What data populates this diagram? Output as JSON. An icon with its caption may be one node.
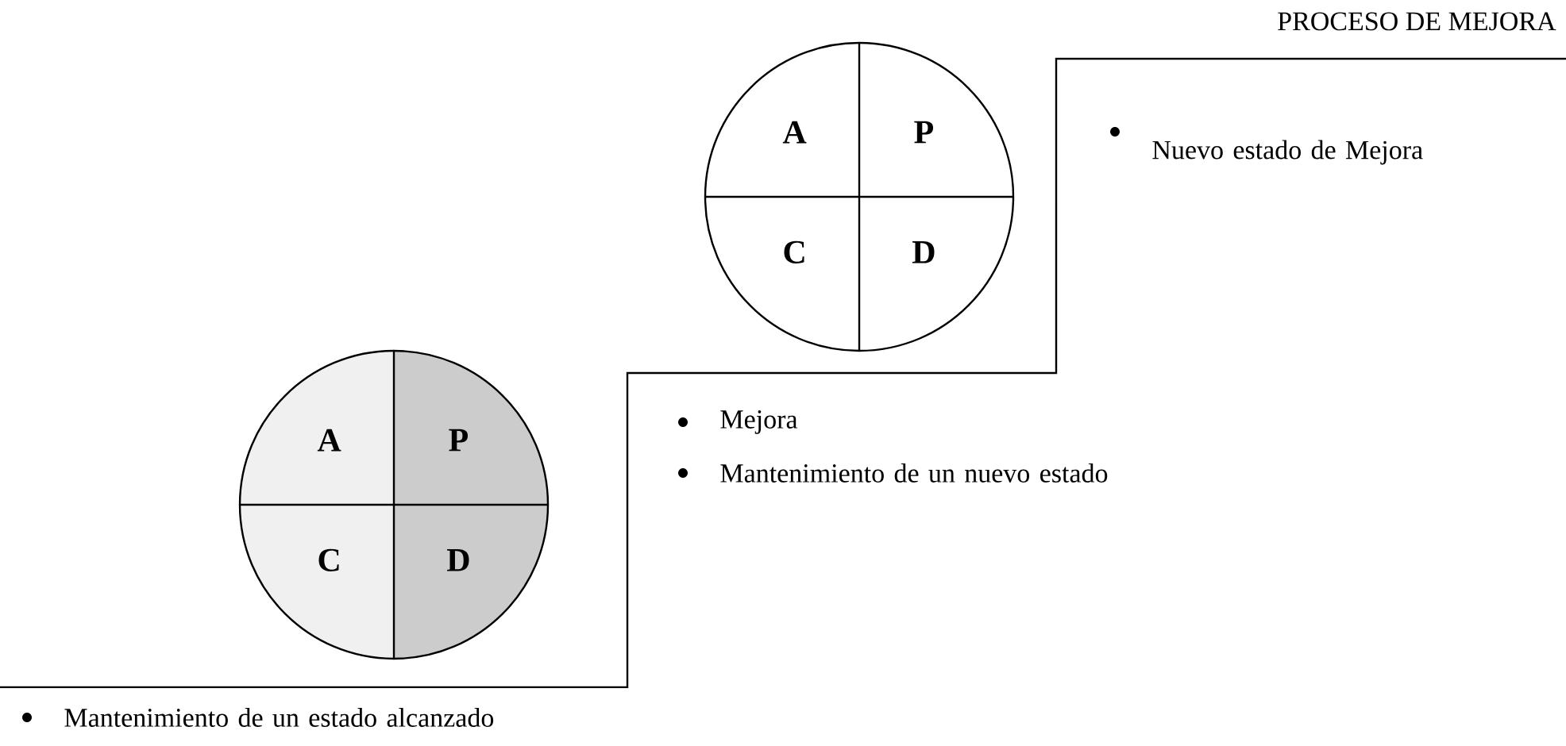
{
  "diagram": {
    "title": "PROCESO DE MEJORA",
    "nodes": [
      {
        "text": [
          "A",
          "P",
          "C",
          "D"
        ]
      },
      {
        "text": [
          "A",
          "P",
          "C",
          "D"
        ]
      }
    ],
    "labels": [
      "Nuevo estado de Mejora",
      "Mejora",
      "Mantenimiento de un nuevo estado",
      "Mantenimiento de un estado alcanzado"
    ]
  }
}
